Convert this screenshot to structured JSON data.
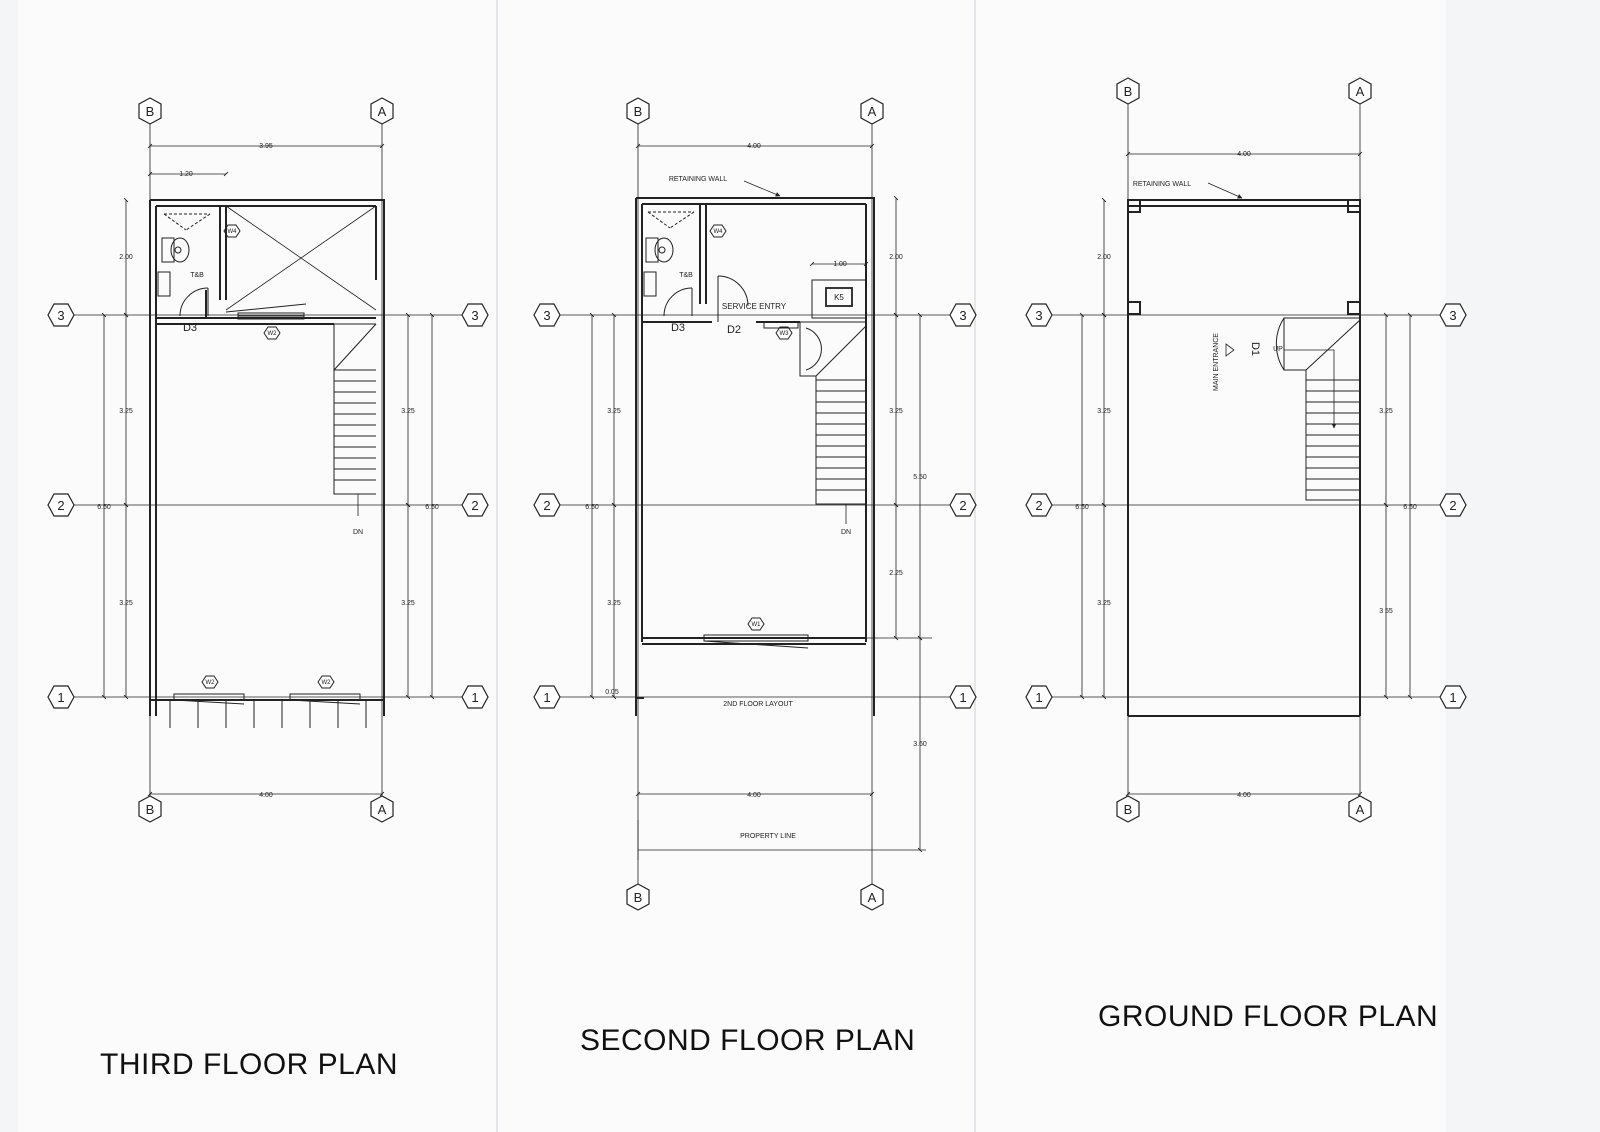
{
  "titles": {
    "third": "THIRD FLOOR PLAN",
    "second": "SECOND FLOOR PLAN",
    "ground": "GROUND FLOOR PLAN"
  },
  "grid_labels": {
    "a": "A",
    "b": "B",
    "one": "1",
    "two": "2",
    "three": "3"
  },
  "third": {
    "dims": {
      "top_width": "3.95",
      "t_and_b_width": "1.20",
      "bottom_width": "4.00",
      "left_upper": "2.00",
      "left_mid": "3.25",
      "left_lower": "3.25",
      "left_total": "6.50",
      "right_mid": "3.25",
      "right_lower": "3.25",
      "right_total": "6.50"
    },
    "labels": {
      "t_and_b": "T&B",
      "door": "D3",
      "down": "DN"
    },
    "tags": {
      "w4": "W4",
      "w2_top": "W2",
      "w2_left": "W2",
      "w2_right": "W2"
    }
  },
  "second": {
    "dims": {
      "top_width": "4.00",
      "k5_width": "1.00",
      "bottom_width": "4.00",
      "left_mid": "3.25",
      "left_lower": "3.25",
      "left_total": "6.50",
      "left_small": "0.05",
      "right_upper": "2.00",
      "right_mid": "3.25",
      "right_lower": "2.25",
      "right_a": "5.50",
      "right_b": "3.60"
    },
    "labels": {
      "retaining_wall": "RETAINING WALL",
      "service_entry": "SERVICE ENTRY",
      "t_and_b": "T&B",
      "door_d3": "D3",
      "door_d2": "D2",
      "down": "DN",
      "layout": "2ND FLOOR LAYOUT",
      "property_line": "PROPERTY LINE",
      "k5": "K5"
    },
    "tags": {
      "w4": "W4",
      "w3": "W3",
      "w1": "W1"
    }
  },
  "ground": {
    "dims": {
      "top_width": "4.00",
      "bottom_width": "4.00",
      "left_upper": "2.00",
      "left_mid": "3.25",
      "left_lower": "3.25",
      "left_total": "6.50",
      "right_mid": "3.25",
      "right_lower": "3 55",
      "right_total": "6.50"
    },
    "labels": {
      "retaining_wall": "RETAINING WALL",
      "main_entrance": "MAIN ENTRANCE",
      "up": "UP",
      "door": "D1"
    }
  }
}
